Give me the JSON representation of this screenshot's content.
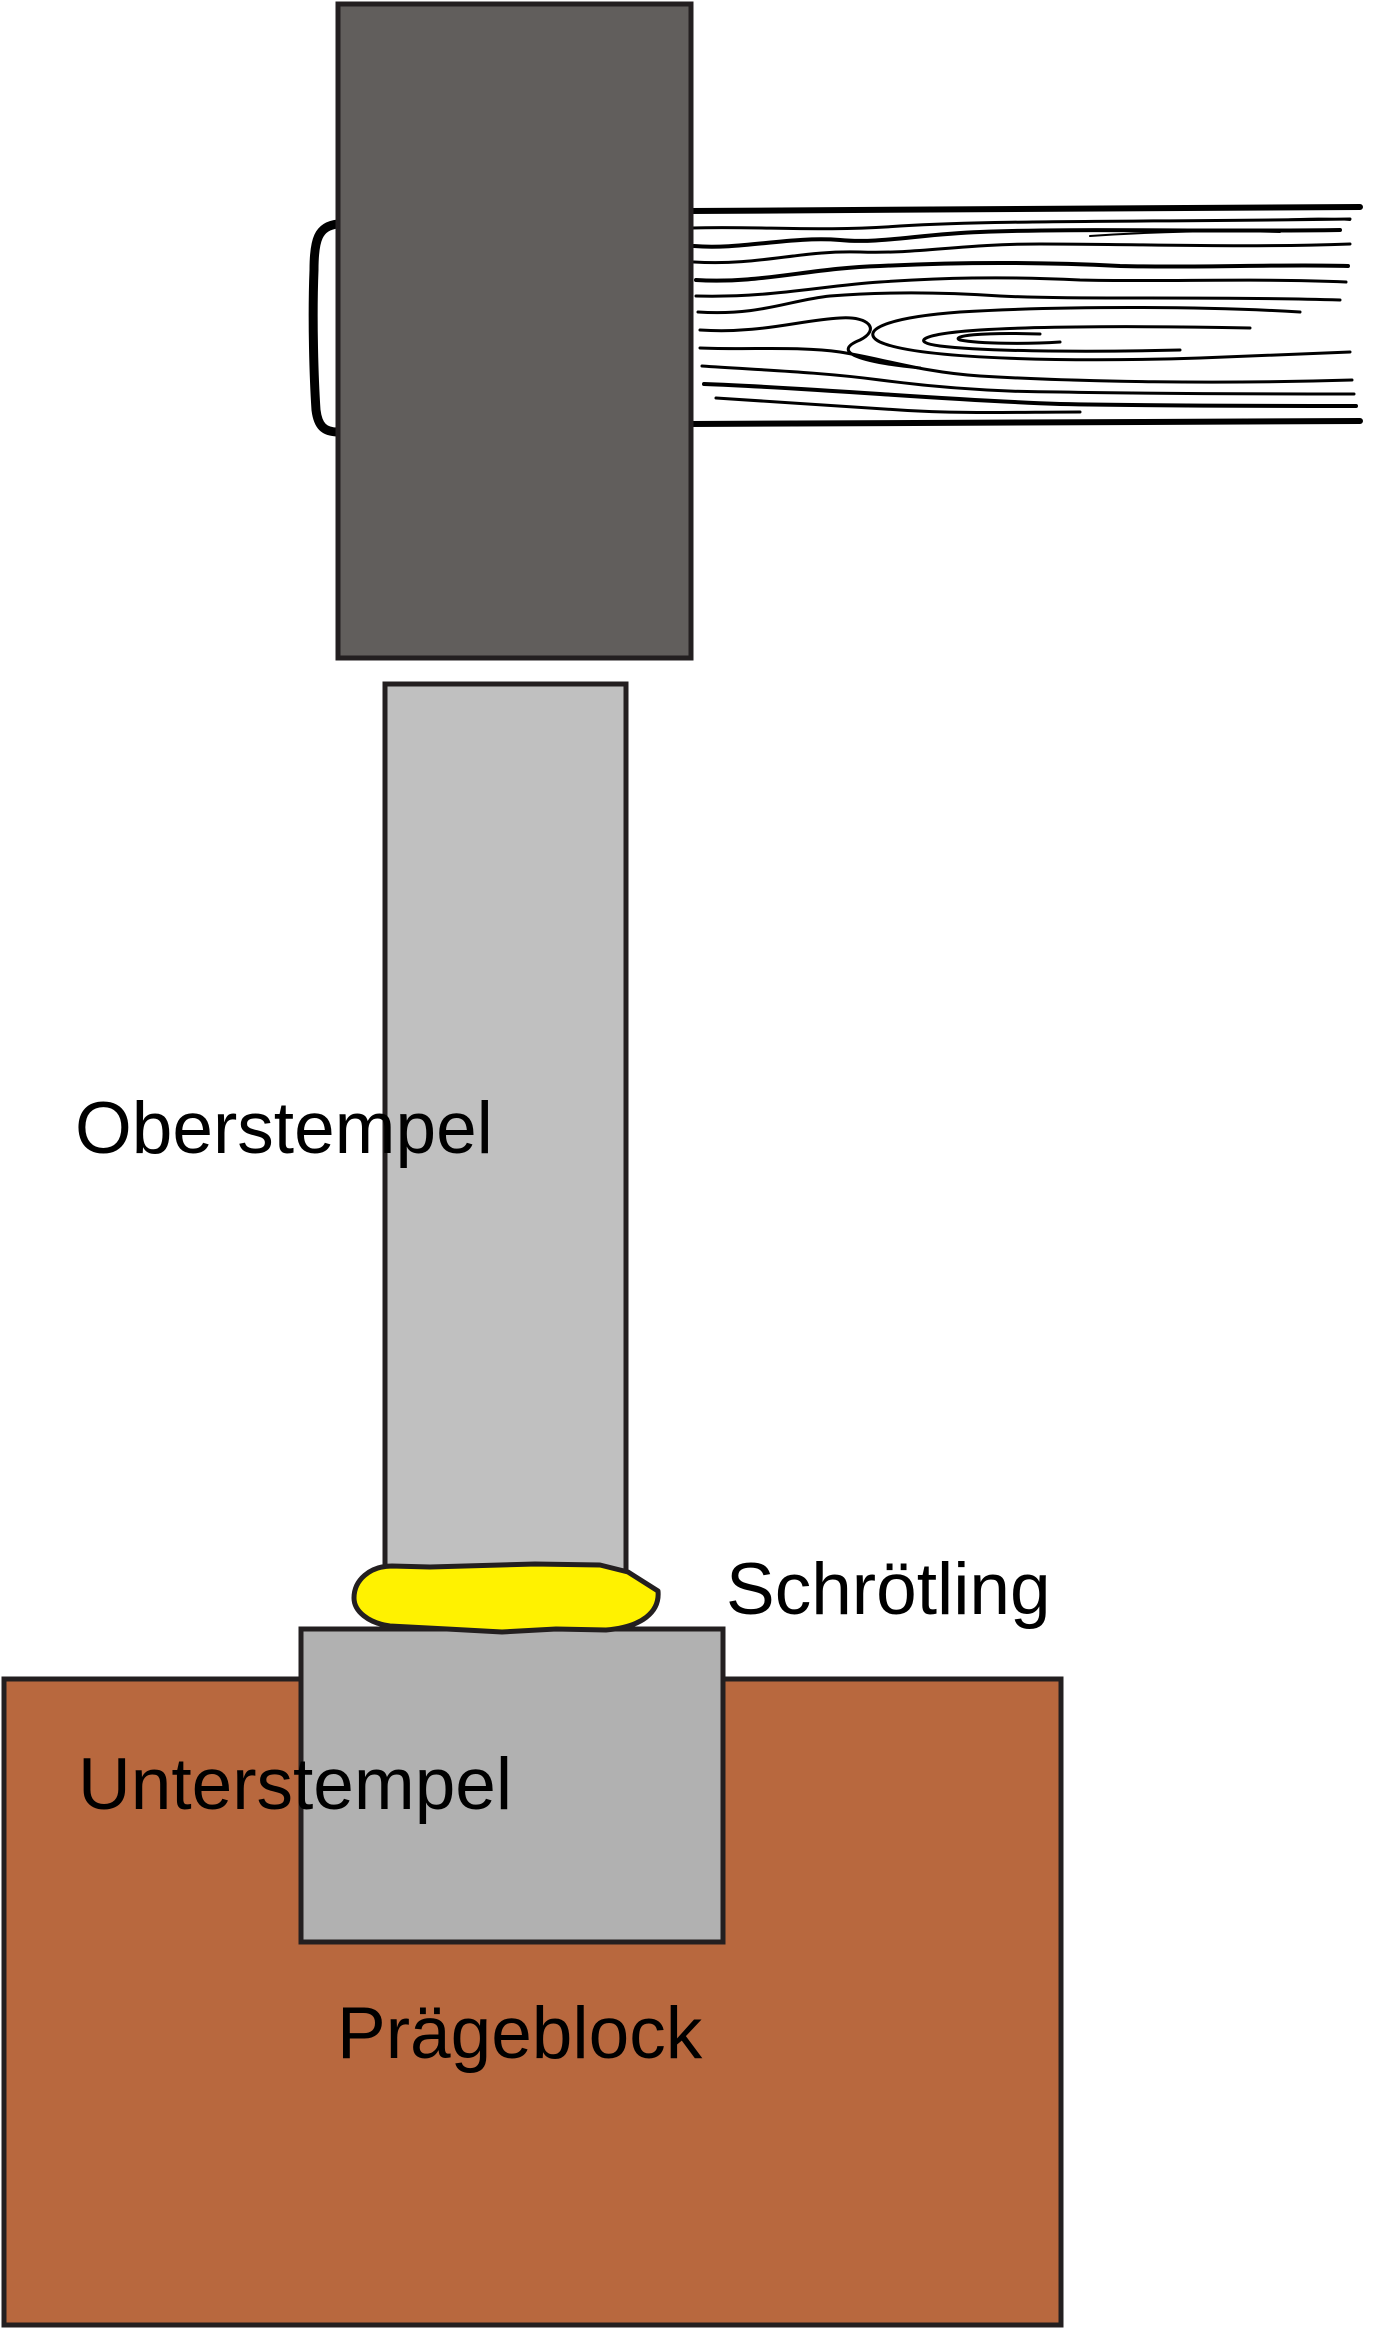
{
  "labels": {
    "upper_die": "Oberstempel",
    "blank": "Schrötling",
    "lower_die": "Unterstempel",
    "anvil_block": "Prägeblock"
  },
  "colors": {
    "hammer_head": "#615e5c",
    "upper_die": "#c0c0c0",
    "lower_die": "#b1b1b1",
    "anvil_block": "#b8683e",
    "blank": "#fff200",
    "outline": "#231f20",
    "wood_grain": "#000000",
    "background": "#ffffff"
  }
}
